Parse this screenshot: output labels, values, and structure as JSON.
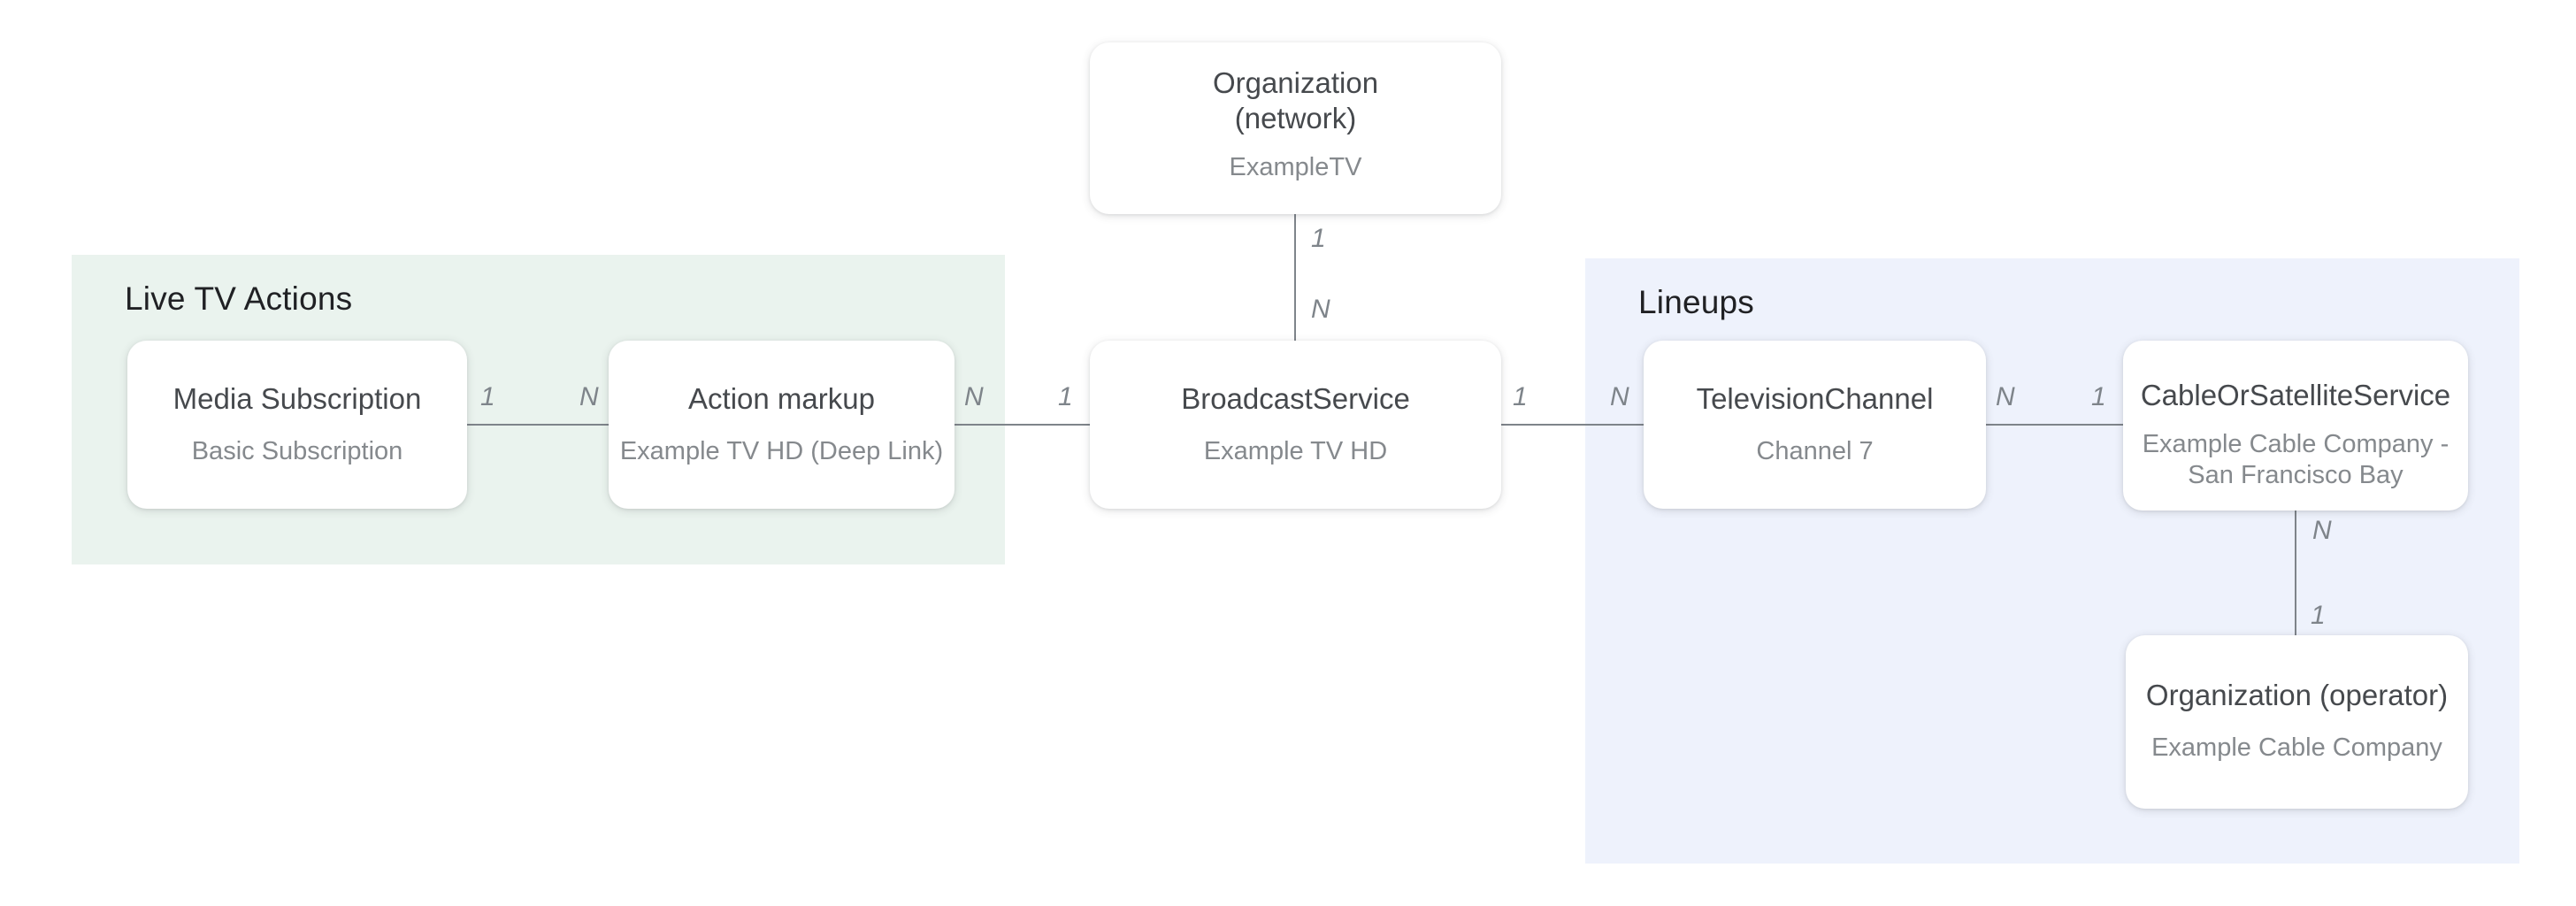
{
  "groups": {
    "live_tv_actions": {
      "label": "Live TV Actions",
      "bg_color": "#eaf3ee"
    },
    "lineups": {
      "label": "Lineups",
      "bg_color": "#eef2fc"
    }
  },
  "nodes": {
    "organization_network": {
      "title_line1": "Organization",
      "title_line2": "(network)",
      "subtitle": "ExampleTV"
    },
    "media_subscription": {
      "title": "Media Subscription",
      "subtitle": "Basic Subscription"
    },
    "action_markup": {
      "title": "Action markup",
      "subtitle": "Example TV HD (Deep Link)"
    },
    "broadcast_service": {
      "title": "BroadcastService",
      "subtitle": "Example TV HD"
    },
    "television_channel": {
      "title": "TelevisionChannel",
      "subtitle": "Channel 7"
    },
    "cable_or_satellite_service": {
      "title": "CableOrSatelliteService",
      "subtitle_line1": "Example Cable Company -",
      "subtitle_line2": "San Francisco Bay"
    },
    "organization_operator": {
      "title": "Organization (operator)",
      "subtitle": "Example Cable Company"
    }
  },
  "edges": {
    "subscription_to_markup": {
      "left_label": "1",
      "right_label": "N"
    },
    "markup_to_broadcast": {
      "left_label": "N",
      "right_label": "1"
    },
    "network_to_broadcast": {
      "top_label": "1",
      "bottom_label": "N"
    },
    "broadcast_to_channel": {
      "left_label": "1",
      "right_label": "N"
    },
    "channel_to_cable": {
      "left_label": "N",
      "right_label": "1"
    },
    "cable_to_operator": {
      "top_label": "N",
      "bottom_label": "1"
    }
  },
  "colors": {
    "page_bg": "#ffffff",
    "node_bg": "#ffffff",
    "live_tv_actions_bg": "#eaf3ee",
    "lineups_bg": "#eef2fc",
    "node_title_text": "#46494d",
    "node_subtitle_text": "#85898d",
    "group_label_text": "#202124",
    "connector_line": "#7e848a",
    "cardinality_text": "#7e848a"
  }
}
